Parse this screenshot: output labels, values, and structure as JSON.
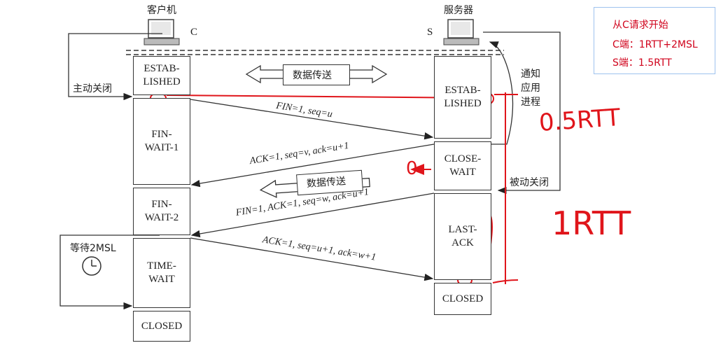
{
  "client": {
    "title": "客户机",
    "letter": "C"
  },
  "server": {
    "title": "服务器",
    "letter": "S"
  },
  "client_states": [
    "ESTAB-\nLISHED",
    "FIN-\nWAIT-1",
    "FIN-\nWAIT-2",
    "TIME-\nWAIT",
    "CLOSED"
  ],
  "server_states": [
    "ESTAB-\nLISHED",
    "CLOSE-\nWAIT",
    "LAST-\nACK",
    "CLOSED"
  ],
  "labels": {
    "active_close": "主动关闭",
    "passive_close": "被动关闭",
    "notify_app": "通知\n应用\n进程",
    "wait_2msl": "等待2MSL",
    "data_transfer_1": "数据传送",
    "data_transfer_2": "数据传送"
  },
  "messages": {
    "m1": "FIN=1, seq=u",
    "m2": "ACK=1, seq=v, ack=u+1",
    "m3": "FIN=1, ACK=1, seq=w, ack=u+1",
    "m4": "ACK=1, seq=u+1, ack=w+1"
  },
  "note": {
    "line1": "从C请求开始",
    "line2": "C端：1RTT+2MSL",
    "line3": "S端：1.5RTT"
  },
  "annotations": {
    "half_rtt": "0.5RTT",
    "one_rtt": "1RTT",
    "zero": "0"
  },
  "colors": {
    "ink": "#222222",
    "handwriting": "#e0151b",
    "note_border": "#9ec2ef",
    "note_text": "#d0021b"
  }
}
